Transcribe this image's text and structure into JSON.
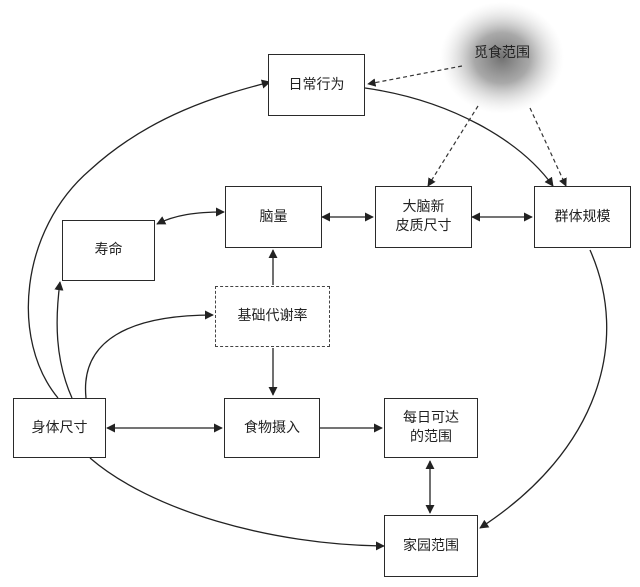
{
  "nodes": {
    "daily_behavior": "日常行为",
    "foraging_range": "觅食范围",
    "brain_size": "脑量",
    "neocortex_size": "大脑新\n皮质尺寸",
    "group_size": "群体规模",
    "lifespan": "寿命",
    "bmr": "基础代谢率",
    "body_size": "身体尺寸",
    "food_intake": "食物摄入",
    "daily_range": "每日可达\n的范围",
    "home_range": "家园范围"
  }
}
